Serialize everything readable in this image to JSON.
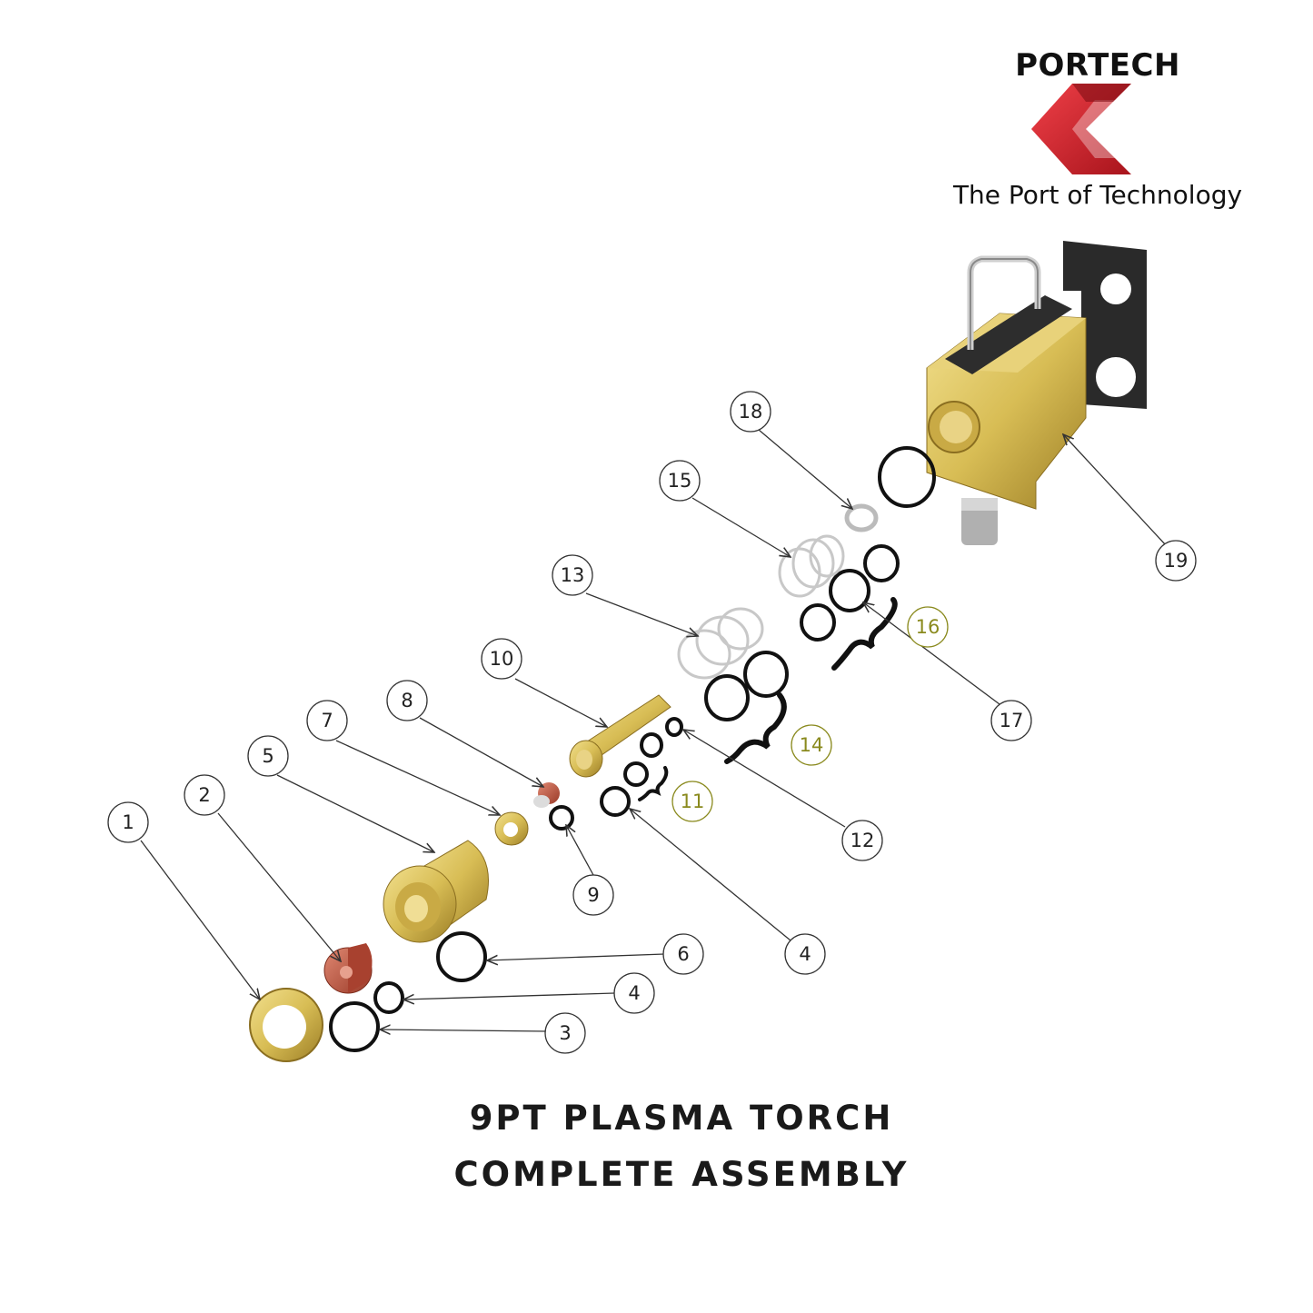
{
  "brand": {
    "name": "PORTECH",
    "tagline": "The Port of Technology",
    "colors": {
      "logo_red": "#d4202a",
      "logo_dark_red": "#8e1218"
    }
  },
  "title": {
    "line1": "9PT PLASMA TORCH",
    "line2": "COMPLETE ASSEMBLY"
  },
  "callouts": [
    {
      "label": "1"
    },
    {
      "label": "2"
    },
    {
      "label": "3"
    },
    {
      "label": "4"
    },
    {
      "label": "5"
    },
    {
      "label": "6"
    },
    {
      "label": "4"
    },
    {
      "label": "7"
    },
    {
      "label": "8"
    },
    {
      "label": "9"
    },
    {
      "label": "4"
    },
    {
      "label": "10"
    },
    {
      "label": "11"
    },
    {
      "label": "12"
    },
    {
      "label": "13"
    },
    {
      "label": "14"
    },
    {
      "label": "15"
    },
    {
      "label": "16"
    },
    {
      "label": "17"
    },
    {
      "label": "18"
    },
    {
      "label": "19"
    }
  ],
  "colors": {
    "brass": "#d8bd55",
    "brass_dark": "#a8892c",
    "copper": "#c05a45",
    "oring": "#111111",
    "group_label": "#8a8a1e",
    "callout_line": "#333333"
  }
}
